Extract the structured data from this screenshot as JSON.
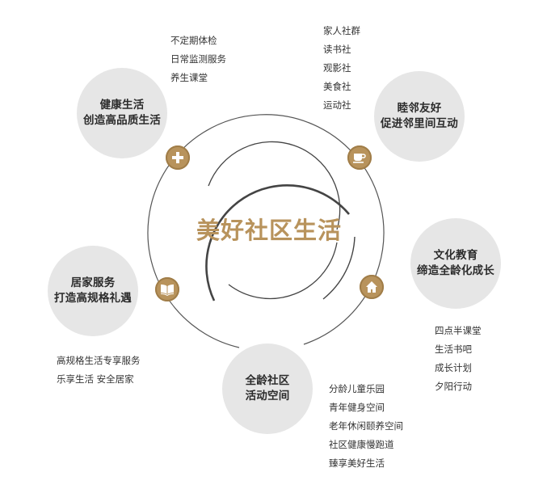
{
  "center": {
    "title": "美好社区生活"
  },
  "colors": {
    "accent": "#b8935c",
    "bubble": "#e6e6e6",
    "ring": "#444444",
    "text": "#2b2b2b"
  },
  "sections": [
    {
      "id": "health",
      "heading": "健康生活",
      "subheading": "创造高品质生活",
      "icon": "plus-icon",
      "items": [
        "不定期体检",
        "日常监测服务",
        "养生课堂"
      ]
    },
    {
      "id": "neighbors",
      "heading": "睦邻友好",
      "subheading": "促进邻里间互动",
      "icon": "coffee-cup-icon",
      "items": [
        "家人社群",
        "读书社",
        "观影社",
        "美食社",
        "运动社"
      ]
    },
    {
      "id": "education",
      "heading": "文化教育",
      "subheading": "缔造全龄化成长",
      "icon": "house-icon",
      "items": [
        "四点半课堂",
        "生活书吧",
        "成长计划",
        "夕阳行动"
      ]
    },
    {
      "id": "home-service",
      "heading": "居家服务",
      "subheading": "打造高规格礼遇",
      "icon": "book-icon",
      "items": [
        "高规格生活专享服务",
        "乐享生活 安全居家"
      ]
    },
    {
      "id": "all-age",
      "heading": "全龄社区",
      "subheading": "活动空间",
      "icon": null,
      "items": [
        "分龄儿童乐园",
        "青年健身空间",
        "老年休闲颐养空间",
        "社区健康慢跑道",
        "臻享美好生活"
      ]
    }
  ]
}
